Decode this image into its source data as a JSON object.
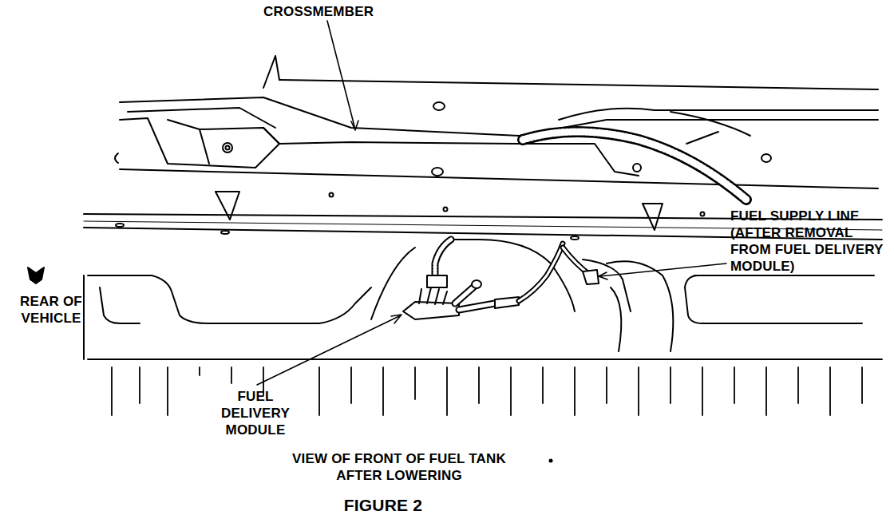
{
  "diagram": {
    "caption": "FIGURE 2",
    "labels": [
      "CROSSMEMBER",
      "FUEL SUPPLY LINE (AFTER REMOVAL FROM FUEL DELIVERY MODULE)",
      "REAR OF VEHICLE",
      "FUEL DELIVERY MODULE",
      "VIEW OF FRONT OF FUEL TANK AFTER LOWERING"
    ]
  }
}
